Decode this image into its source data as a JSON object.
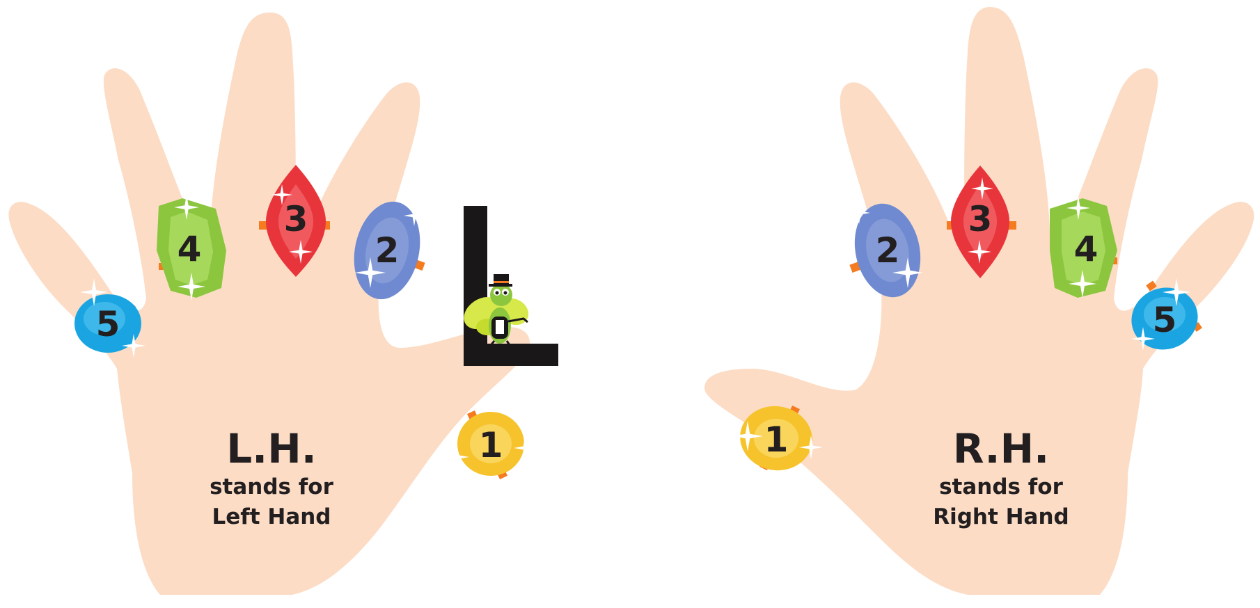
{
  "colors": {
    "skin": "#fcdcc5",
    "band": "#f47b20",
    "letter": "#1a1718",
    "gem_thumb": "#f6c32c",
    "gem_index": "#6f8ad0",
    "gem_middle": "#e8353b",
    "gem_ring": "#8cc63f",
    "gem_pinky": "#1aa5e2"
  },
  "left_hand": {
    "title": "L.H.",
    "line1": "stands for",
    "line2": "Left Hand",
    "fingers": [
      {
        "finger": "thumb",
        "number": "1",
        "color": "#f6c32c"
      },
      {
        "finger": "index",
        "number": "2",
        "color": "#6f8ad0"
      },
      {
        "finger": "middle",
        "number": "3",
        "color": "#e8353b"
      },
      {
        "finger": "ring",
        "number": "4",
        "color": "#8cc63f"
      },
      {
        "finger": "pinky",
        "number": "5",
        "color": "#1aa5e2"
      }
    ]
  },
  "right_hand": {
    "title": "R.H.",
    "line1": "stands for",
    "line2": "Right Hand",
    "fingers": [
      {
        "finger": "thumb",
        "number": "1",
        "color": "#f6c32c"
      },
      {
        "finger": "index",
        "number": "2",
        "color": "#6f8ad0"
      },
      {
        "finger": "middle",
        "number": "3",
        "color": "#e8353b"
      },
      {
        "finger": "ring",
        "number": "4",
        "color": "#8cc63f"
      },
      {
        "finger": "pinky",
        "number": "5",
        "color": "#1aa5e2"
      }
    ]
  },
  "mascot": {
    "icon": "bug-mascot-with-top-hat",
    "letter_icon": "letter-L-icon"
  }
}
